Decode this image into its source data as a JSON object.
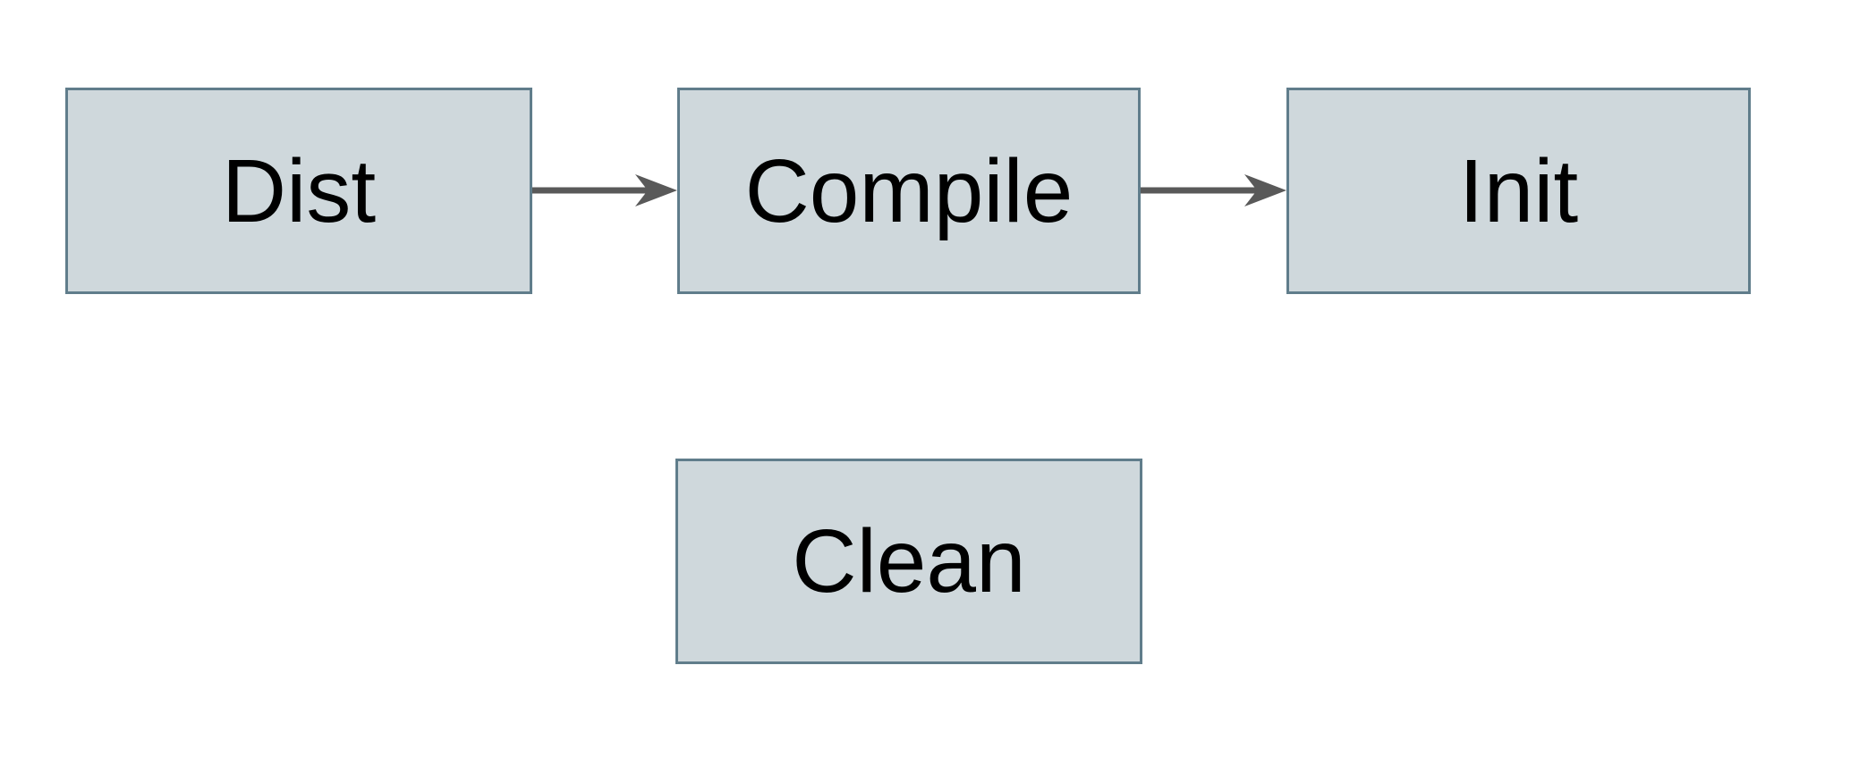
{
  "diagram": {
    "type": "flowchart",
    "nodes": [
      {
        "id": "dist",
        "label": "Dist"
      },
      {
        "id": "compile",
        "label": "Compile"
      },
      {
        "id": "init",
        "label": "Init"
      },
      {
        "id": "clean",
        "label": "Clean"
      }
    ],
    "edges": [
      {
        "from": "Dist",
        "to": "Compile"
      },
      {
        "from": "Compile",
        "to": "Init"
      }
    ],
    "colors": {
      "background": "#ffffff",
      "node_fill": "#cfd8dc",
      "node_border": "#607d8b",
      "arrow": "#595959",
      "text": "#000000"
    }
  }
}
